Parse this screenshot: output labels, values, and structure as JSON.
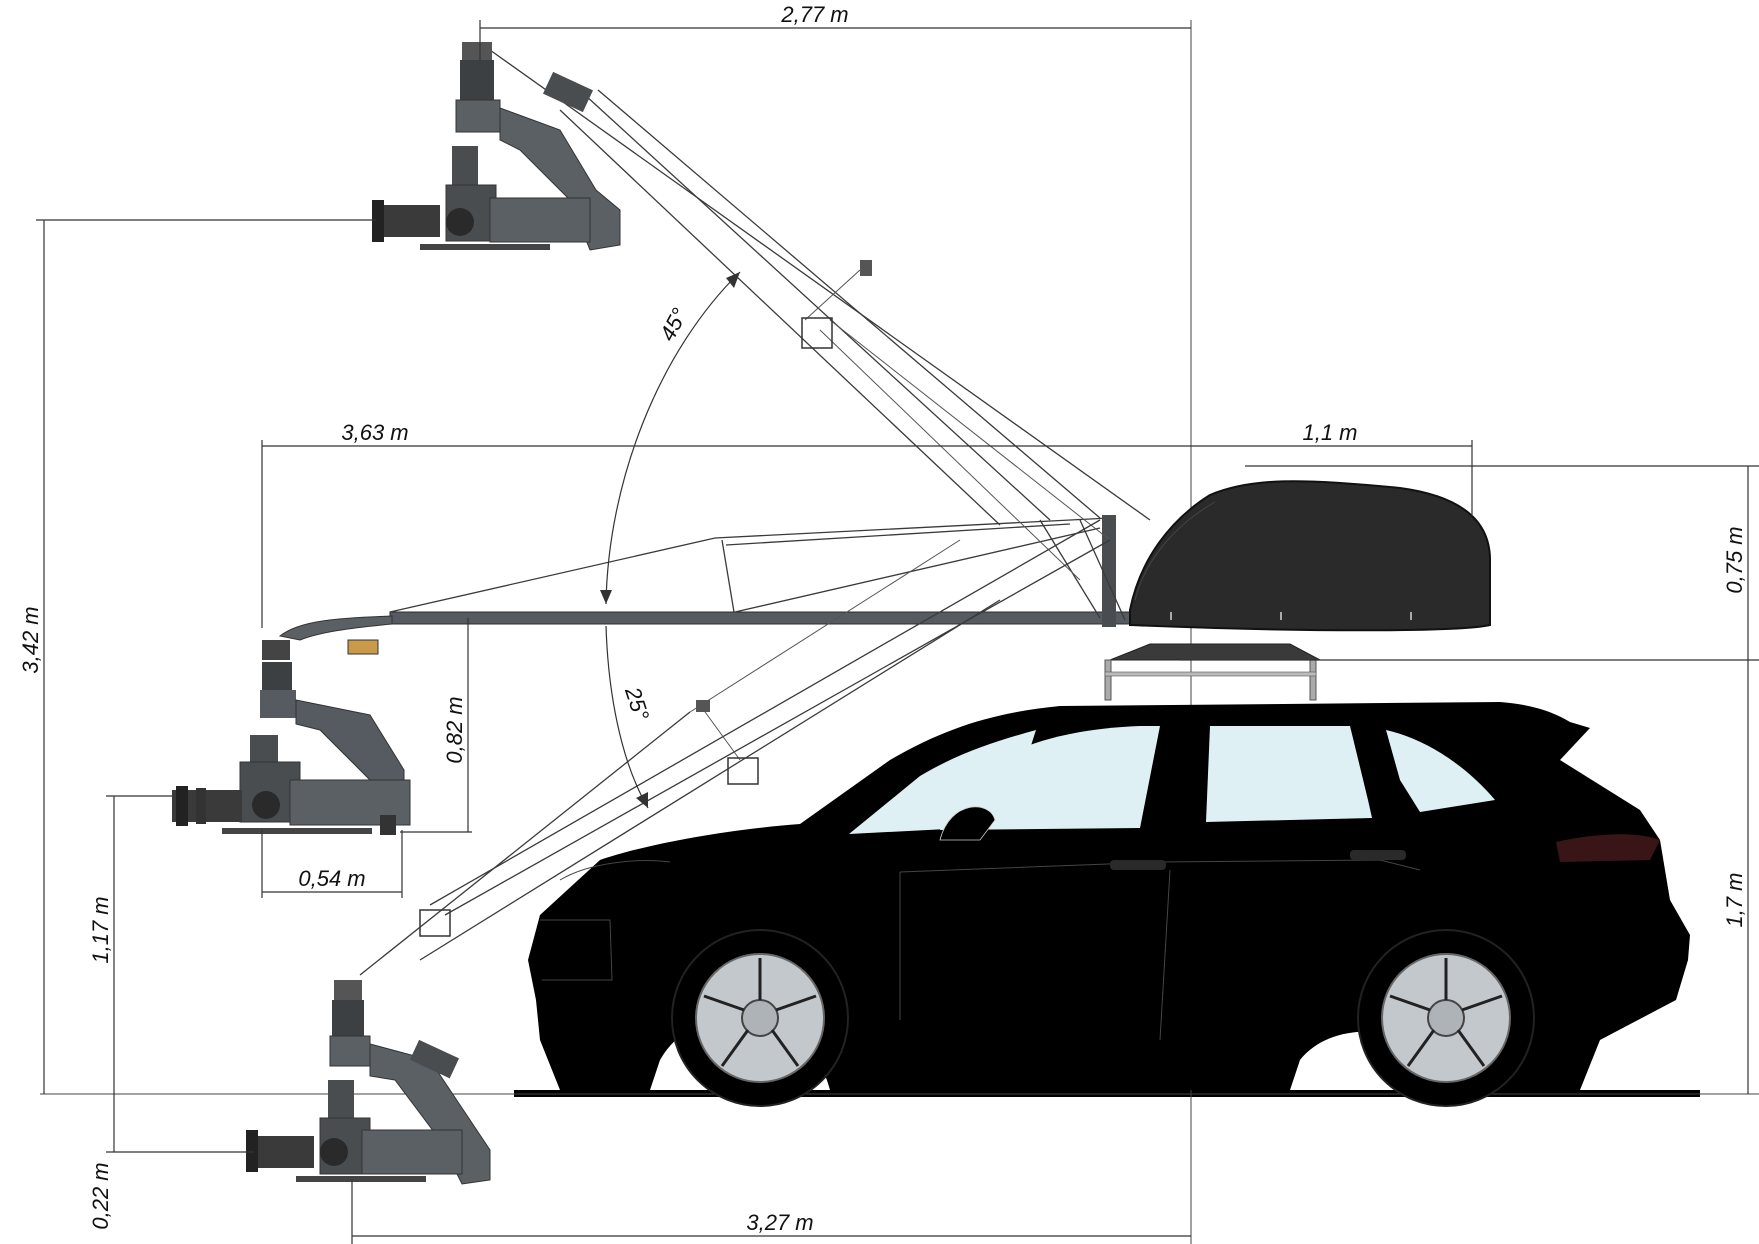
{
  "dimensions": {
    "top_reach": "2,77 m",
    "horizontal_reach": "3,63 m",
    "car_overhang": "1,1 m",
    "box_height": "0,75 m",
    "max_lens_height": "3,42 m",
    "head_drop": "0,82 m",
    "head_width": "0,54 m",
    "mid_lens_height": "1,17 m",
    "car_height": "1,7 m",
    "low_lens_depth": "0,22 m",
    "low_reach": "3,27 m"
  },
  "angles": {
    "up": "45°",
    "down": "25°"
  },
  "colors": {
    "car_body": "#000000",
    "window": "#dff0f5",
    "ground": "#000000",
    "arm": "#4a4d50",
    "counterweight_box": "#2a2a2a",
    "tail_light": "#3a1518"
  },
  "icons": {
    "camera": "film-camera-icon",
    "wheel": "alloy-wheel-icon"
  }
}
